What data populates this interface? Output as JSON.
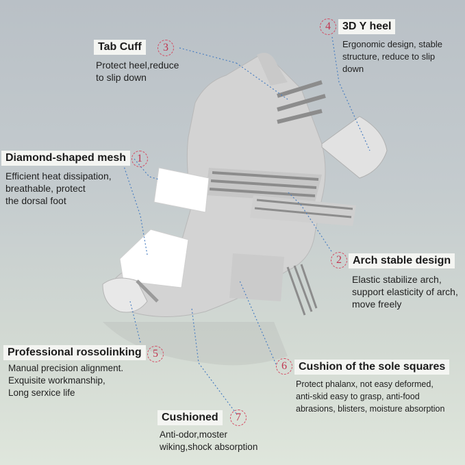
{
  "callouts": [
    {
      "num": "1",
      "title": "Diamond-shaped mesh",
      "desc": [
        "Efficient heat dissipation,",
        "breathable, protect",
        "the dorsal foot"
      ]
    },
    {
      "num": "2",
      "title": "Arch stable design",
      "desc": [
        "Elastic stabilize arch,",
        "support elasticity of arch,",
        "move freely"
      ]
    },
    {
      "num": "3",
      "title": "Tab Cuff",
      "desc": [
        "Protect heel,reduce",
        "to slip down"
      ]
    },
    {
      "num": "4",
      "title": "3D Y heel",
      "desc": [
        "Ergonomic design, stable",
        "structure, reduce to slip",
        "down"
      ]
    },
    {
      "num": "5",
      "title": "Professional rossolinking",
      "desc": [
        "Manual precision alignment.",
        "Exquisite workmanship,",
        "Long serxice life"
      ]
    },
    {
      "num": "6",
      "title": "Cushion of the sole squares",
      "desc": [
        "Protect phalanx, not easy deformed,",
        "anti-skid easy to grasp, anti-food",
        "abrasions, blisters, moisture absorption"
      ]
    },
    {
      "num": "7",
      "title": "Cushioned",
      "desc": [
        "Anti-odor,moster",
        "wiking,shock absorption"
      ]
    }
  ],
  "colors": {
    "sock": "#d6d6d6",
    "stripe": "#8c8c8c",
    "white_panel": "#ffffff",
    "number": "#c0344f",
    "leader": "#4a7fc1"
  }
}
